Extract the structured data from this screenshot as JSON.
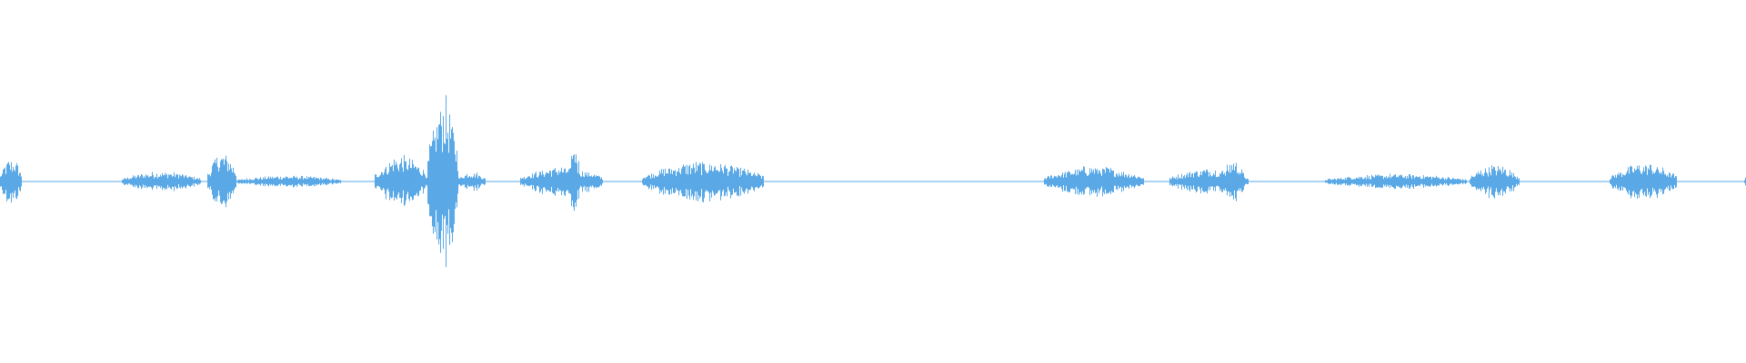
{
  "waveform": {
    "color": "#5aa9e6",
    "background": "#ffffff",
    "segments": [
      {
        "start": 0.0,
        "end": 0.012,
        "amp": 0.14
      },
      {
        "start": 0.07,
        "end": 0.115,
        "amp": 0.06
      },
      {
        "start": 0.119,
        "end": 0.135,
        "amp": 0.17
      },
      {
        "start": 0.135,
        "end": 0.195,
        "amp": 0.035
      },
      {
        "start": 0.215,
        "end": 0.245,
        "amp": 0.15
      },
      {
        "start": 0.245,
        "end": 0.262,
        "amp": 0.5
      },
      {
        "start": 0.262,
        "end": 0.278,
        "amp": 0.06
      },
      {
        "start": 0.298,
        "end": 0.345,
        "amp": 0.09
      },
      {
        "start": 0.325,
        "end": 0.332,
        "amp": 0.2
      },
      {
        "start": 0.368,
        "end": 0.437,
        "amp": 0.12
      },
      {
        "start": 0.598,
        "end": 0.655,
        "amp": 0.09
      },
      {
        "start": 0.67,
        "end": 0.715,
        "amp": 0.08
      },
      {
        "start": 0.7,
        "end": 0.712,
        "amp": 0.13
      },
      {
        "start": 0.759,
        "end": 0.84,
        "amp": 0.045
      },
      {
        "start": 0.842,
        "end": 0.87,
        "amp": 0.1
      },
      {
        "start": 0.922,
        "end": 0.96,
        "amp": 0.11
      },
      {
        "start": 0.999,
        "end": 1.0,
        "amp": 0.04
      }
    ]
  }
}
